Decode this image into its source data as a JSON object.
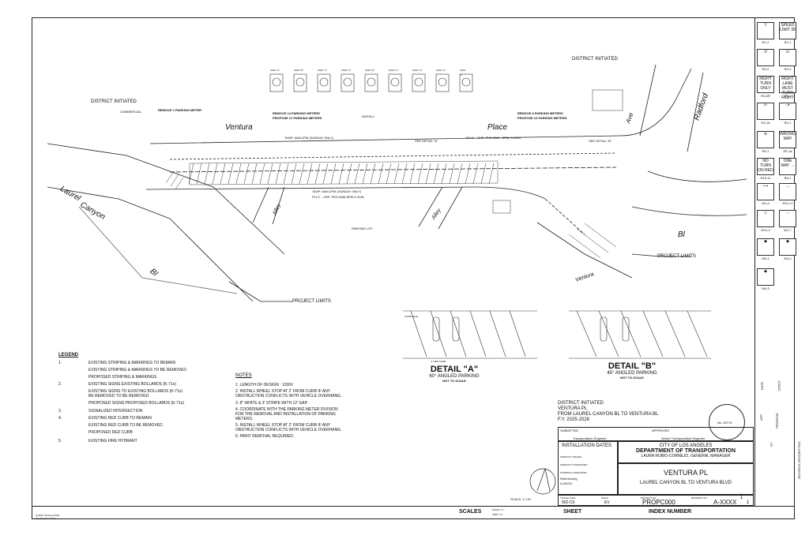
{
  "plan": {
    "district_initiated_left": "DISTRICT INITIATED",
    "district_initiated_right": "DISTRICT INITIATED",
    "remove_meter_left": "REMOVE 1 PARKING METER",
    "commercial": "COMMERCIAL",
    "remove_14": "REMOVE 14 PARKING METERS",
    "propose_21": "PROPOSE 21 PARKING METERS",
    "remove_8": "REMOVE 8 PARKING METERS",
    "propose_13": "PROPOSE 13 PARKING METERS",
    "install_note": "INSTALL",
    "tanp_top": "TANP: 6AM-2PM (SUNDAY ONLY)",
    "pkz_top": "P.H.Z. - 2HR. PKG 8AM - 8PM, X-SUN",
    "tanp_bottom": "TANP: 6AM-2PM (SUNDAY ONLY)",
    "pkz_bottom": "P.H.Z. - 2HR. PKG 8AM-8PM X-SUN",
    "street_ventura": "Ventura",
    "street_place": "Place",
    "street_laurel": "Laurel",
    "street_canyon": "Canyon",
    "street_bl_left": "Bl",
    "street_bl_right": "Bl",
    "street_radford": "Radford",
    "street_ave": "Ave",
    "alley_left": "Alley",
    "alley_right": "Alley",
    "parking_lot": "PARKING LOT",
    "see_detail_a": "SEE DETAIL \"A\"",
    "see_detail_b": "SEE DETAIL \"B\"",
    "project_limits_left": "PROJECT LIMITS",
    "project_limits_right": "PROJECT LIMITS",
    "ventura_lower": "Ventura",
    "sign_labels": [
      "SIGN \"A\"",
      "SIGN \"B\"",
      "SIGN \"C\"",
      "SIGN \"D\"",
      "SIGN \"E\"",
      "SIGN \"F\"",
      "SIGN \"G\"",
      "SIGN \"H\"",
      "SIGN \"I\""
    ]
  },
  "signs": [
    {
      "code": "R1-2",
      "text": "▽"
    },
    {
      "code": "R2-1",
      "text": "SPEED LIMIT 35"
    },
    {
      "code": "R3-2",
      "text": "↺"
    },
    {
      "code": "R3-4",
      "text": "U"
    },
    {
      "code": "R3-5R",
      "text": "RIGHT TURN ONLY"
    },
    {
      "code": "R3-7",
      "text": "RIGHT LANE MUST TURN RIGHT"
    },
    {
      "code": "R3-18",
      "text": "↶"
    },
    {
      "code": "R6-1",
      "text": "↑↱"
    },
    {
      "code": "R5-1",
      "text": "⊖"
    },
    {
      "code": "R5-1a",
      "text": "WRONG WAY"
    },
    {
      "code": "R10-11",
      "text": "NO TURN ON RED"
    },
    {
      "code": "R6-1",
      "text": "ONE WAY →"
    },
    {
      "code": "W1-4",
      "text": "⟿"
    },
    {
      "code": "R10-17",
      "text": "↔"
    },
    {
      "code": "W11-2",
      "text": "◇"
    },
    {
      "code": "W1-7",
      "text": "⇔"
    },
    {
      "code": "W4-1",
      "text": "◆"
    },
    {
      "code": "W4-2",
      "text": "◆"
    },
    {
      "code": "W4-3",
      "text": "◆"
    }
  ],
  "details": {
    "a_title": "DETAIL \"A\"",
    "a_sub": "60° ANGLED PARKING",
    "a_scale": "NOT TO SCALE",
    "b_title": "DETAIL \"B\"",
    "b_sub": "45° ANGLED PARKING",
    "b_scale": "NOT TO SCALE",
    "curb_face": "CURB FACE",
    "red_curb": "4\" RED CURB"
  },
  "legend": {
    "title": "LEGEND",
    "rows": [
      {
        "num": "1.",
        "text": "EXISTING STRIPING & MARKINGS TO REMAIN"
      },
      {
        "num": "",
        "text": "EXISTING STRIPING & MARKINGS TO BE REMOVED"
      },
      {
        "num": "",
        "text": "PROPOSED STRIPING & MARKINGS"
      },
      {
        "num": "2.",
        "text": "EXISTING SIGNS          EXISTING BOLLARDS (K-71s)"
      },
      {
        "num": "",
        "text": "EXISTING SIGNS TO       EXISTING BOLLARDS (K-71s)"
      },
      {
        "num": "",
        "text": "BE REMOVED              TO BE REMOVED"
      },
      {
        "num": "",
        "text": "PROPOSED SIGNS          PROPOSED BOLLARDS (K-71s)"
      },
      {
        "num": "3.",
        "text": "SIGNALIZED INTERSECTION"
      },
      {
        "num": "4.",
        "text": "EXISTING RED CURB TO REMAIN"
      },
      {
        "num": "",
        "text": "EXISTING RED CURB TO BE REMOVED"
      },
      {
        "num": "",
        "text": "PROPOSED RED CURB"
      },
      {
        "num": "5.",
        "text": "EXISTING FIRE HYDRANT"
      }
    ]
  },
  "notes": {
    "title": "NOTES",
    "items": [
      "1.   LENGTH OF DESIGN : 1200±",
      "2.   INSTALL WHEEL STOP AT 2' FROM CURB IF ANY",
      "      OBSTRUCTION CONFLICTS WITH VEHICLE OVERHANG.",
      "3.   8\" WHITE & 3' STRIPE WITH 12' GAP.",
      "4.   COORDINATE WITH THE PARKING METER DIVISION",
      "      FOR THE REMOVAL AND INSTALLATION OF PARKING",
      "      METERS.",
      "5.   INSTALL WHEEL STOP AT 2' FROM CURB IF ANY",
      "      OBSTRUCTION CONFLICTS WITH VEHICLE OVERHANG.",
      "6.   PAINT REMOVAL REQUIRED."
    ]
  },
  "title_block": {
    "header1": "DISTRICT INITIATED",
    "header2": "VENTURA PL",
    "header3": "FROM LAUREL CANYON BL TO VENTURA BL",
    "header4": "F.Y. 2025-2026",
    "submitted": "SUBMITTED",
    "approved": "APPROVED",
    "trans_engineer": "Transportation Engineer",
    "senior_engineer": "Senior Transportation Engineer",
    "installation_dates": "INSTALLATION DATES",
    "city": "CITY OF LOS ANGELES",
    "dept": "DEPARTMENT OF TRANSPORTATION",
    "gm": "LAURA RUBIO-CORNEJO, GENERAL MANAGER",
    "markout_issued": "MARKOUT ISSUED",
    "markout_completed": "MARKOUT COMPLETED",
    "striping_completed": "STRIPING COMPLETED",
    "referencing": "Referencing",
    "ref_value": "A-26424",
    "street_title": "VENTURA PL",
    "street_sub": "LAUREL CANYON BL TO VENTURA BLVD",
    "thomas_guide": "Thomas Guide",
    "thomas_value": "562-C6",
    "district_label": "District",
    "district_value": "EV",
    "project_no": "PROJECT NO.",
    "project_value": "PROPC000",
    "drawing_no": "DRAWING NO.",
    "drawing_value": "A-XXXX",
    "sheet_num": "1",
    "sheet_of": "1",
    "sheet": "SHEET",
    "index_number": "INDEX NUMBER",
    "scales": "SCALES",
    "horiz": "HORIZ: 1\"=",
    "vert": "VERT: 1\"=",
    "scale_note": "SCALE: 1\"=40'",
    "seal_no": "No. 59713",
    "footer_left1": "(LADOT Revised 6/18)",
    "footer_left2": "(Drafting Std. 7/13)",
    "revision": "REVISION DESCRIPTION",
    "date": "DATE",
    "app": "APP",
    "rev_name": "PROPOSE",
    "rev_initials": "EV",
    "rev_date": "12/5/25"
  }
}
